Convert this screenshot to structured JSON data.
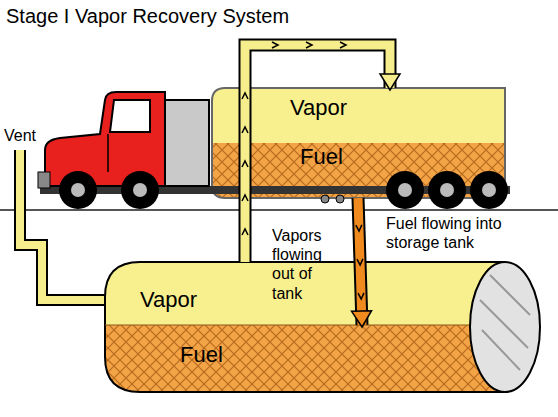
{
  "diagram": {
    "title": "Stage I Vapor Recovery System",
    "nodes": [
      {
        "text": [
          "Vapor"
        ]
      },
      {
        "text": [
          "Fuel"
        ]
      },
      {
        "text": [
          "Vapor"
        ]
      },
      {
        "text": [
          "Fuel"
        ]
      }
    ],
    "edges": [
      {
        "from": 2,
        "to": 0,
        "arrow": "to"
      },
      {
        "from": 1,
        "to": 3,
        "arrow": "to"
      }
    ],
    "labels": [
      "Vent",
      "Vapors flowing out of tank",
      "Fuel flowing into storage tank"
    ]
  }
}
